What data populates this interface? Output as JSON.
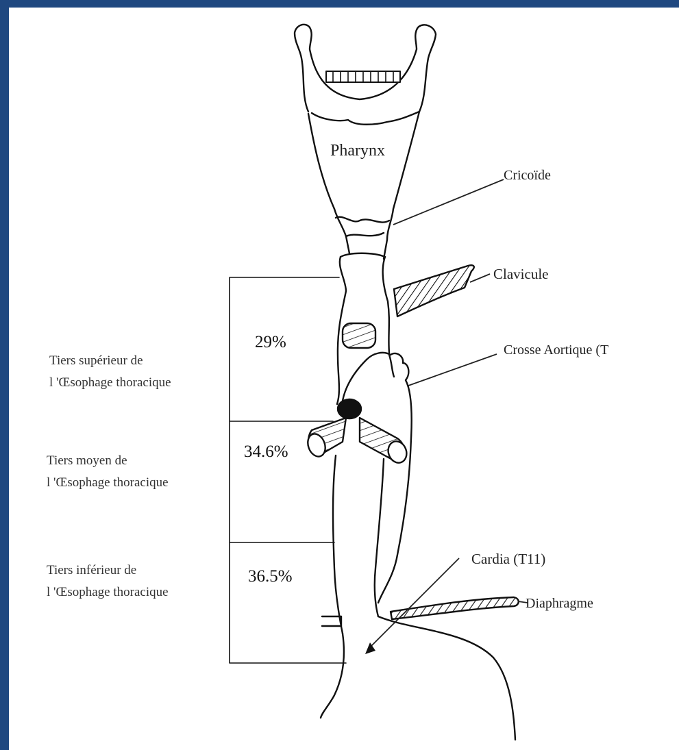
{
  "colors": {
    "frame": "#1f4880",
    "ink": "#111111",
    "background": "#ffffff"
  },
  "labels": {
    "pharynx": "Pharynx",
    "cricoide": "Cricoïde",
    "clavicule": "Clavicule",
    "crosse_aortique": "Crosse Aortique (T",
    "cardia": "Cardia (T11)",
    "diaphragme": "Diaphragme"
  },
  "segments": [
    {
      "percent": "29%",
      "line1": "Tiers supérieur de",
      "line2": "l 'Œsophage thoracique"
    },
    {
      "percent": "34.6%",
      "line1": "Tiers moyen de",
      "line2": "l 'Œsophage thoracique"
    },
    {
      "percent": "36.5%",
      "line1": "Tiers inférieur de",
      "line2": "l 'Œsophage thoracique"
    }
  ]
}
